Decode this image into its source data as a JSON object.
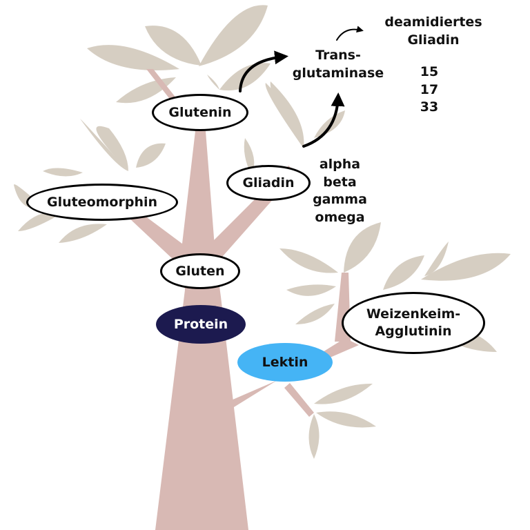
{
  "colors": {
    "trunk": "#d8b9b4",
    "leaf": "#d6cec2",
    "outline": "#000000",
    "protein_fill": "#1c1a4f",
    "lectin_fill": "#45b4f5"
  },
  "nodes": {
    "glutenin": "Glutenin",
    "gliadin": "Gliadin",
    "gluteomorphin": "Gluteomorphin",
    "gluten": "Gluten",
    "protein": "Protein",
    "lektin": "Lektin",
    "wga_line1": "Weizenkeim-",
    "wga_line2": "Agglutinin"
  },
  "labels": {
    "transglutaminase_line1": "Trans-",
    "transglutaminase_line2": "glutaminase",
    "deamidated_line1": "deamidiertes",
    "deamidated_line2": "Gliadin",
    "gliadin_types": [
      "alpha",
      "beta",
      "gamma",
      "omega"
    ],
    "peptide_numbers": [
      "15",
      "17",
      "33"
    ]
  }
}
